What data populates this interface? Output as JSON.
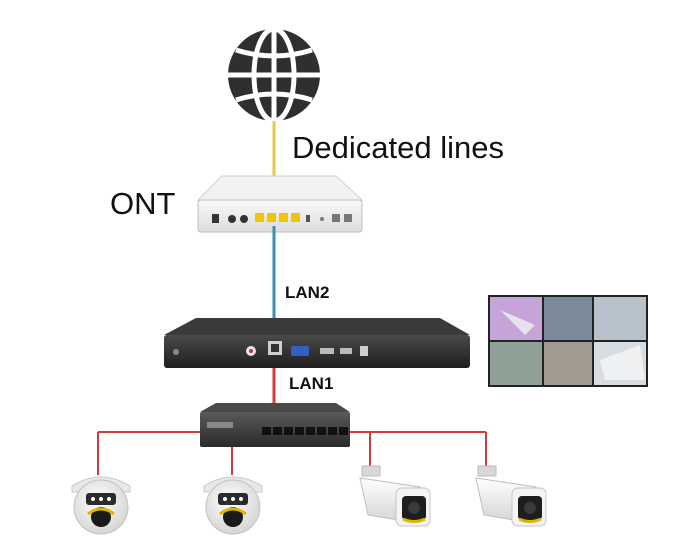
{
  "labels": {
    "dedicated_lines": "Dedicated lines",
    "ont": "ONT",
    "lan2": "LAN2",
    "lan1": "LAN1"
  },
  "colors": {
    "internet_link": "#e6c84a",
    "lan_link": "#3b8fb5",
    "camera_link": "#d43a3a",
    "globe": "#2f2f2f"
  },
  "icons": [
    "globe-icon",
    "ont-device",
    "nvr-device",
    "monitor-screen",
    "network-switch",
    "dome-camera",
    "bullet-camera"
  ]
}
